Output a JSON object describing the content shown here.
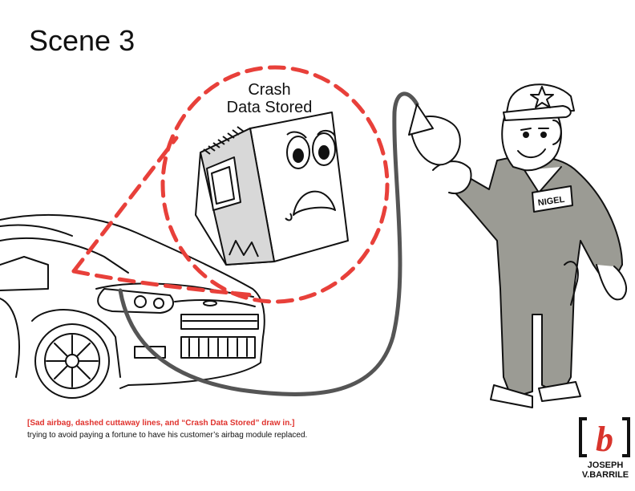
{
  "scene": {
    "title": "Scene 3"
  },
  "illustration": {
    "bubble_label_line1": "Crash",
    "bubble_label_line2": "Data Stored",
    "name_tag": "NIGEL"
  },
  "caption": {
    "note": "[Sad airbag, dashed cuttaway lines, and “Crash Data Stored” draw in.]",
    "text": "trying to avoid paying a fortune to have his customer’s airbag module replaced."
  },
  "logo": {
    "glyph": "b",
    "name_line1": "JOSEPH",
    "name_line2": "V.BARRILE"
  },
  "colors": {
    "dash_red": "#e8403a",
    "suit_gray": "#9b9b94",
    "logo_red": "#d8342c",
    "ink": "#111111"
  }
}
